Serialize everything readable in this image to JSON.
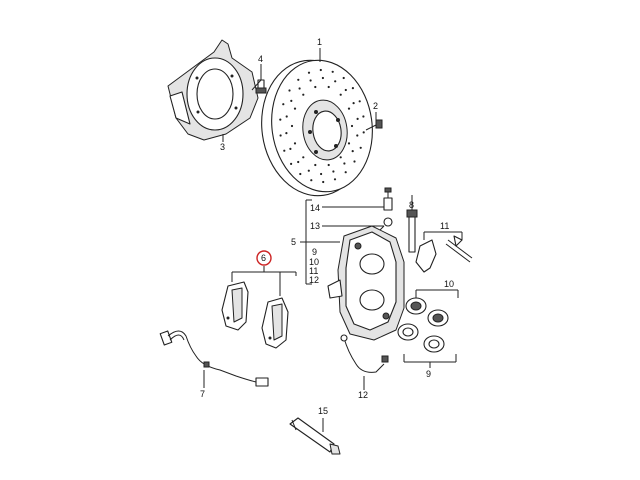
{
  "callouts": {
    "c1": "1",
    "c2": "2",
    "c3": "3",
    "c4": "4",
    "c5": "5",
    "c6": "6",
    "c7": "7",
    "c8": "8",
    "c9": "9",
    "c10": "10",
    "c11": "11",
    "c12": "12",
    "c14": "14",
    "c15": "15"
  },
  "caliper_group": [
    "14",
    "13",
    "9",
    "10",
    "11",
    "12"
  ],
  "highlight_color": "#cc2222"
}
